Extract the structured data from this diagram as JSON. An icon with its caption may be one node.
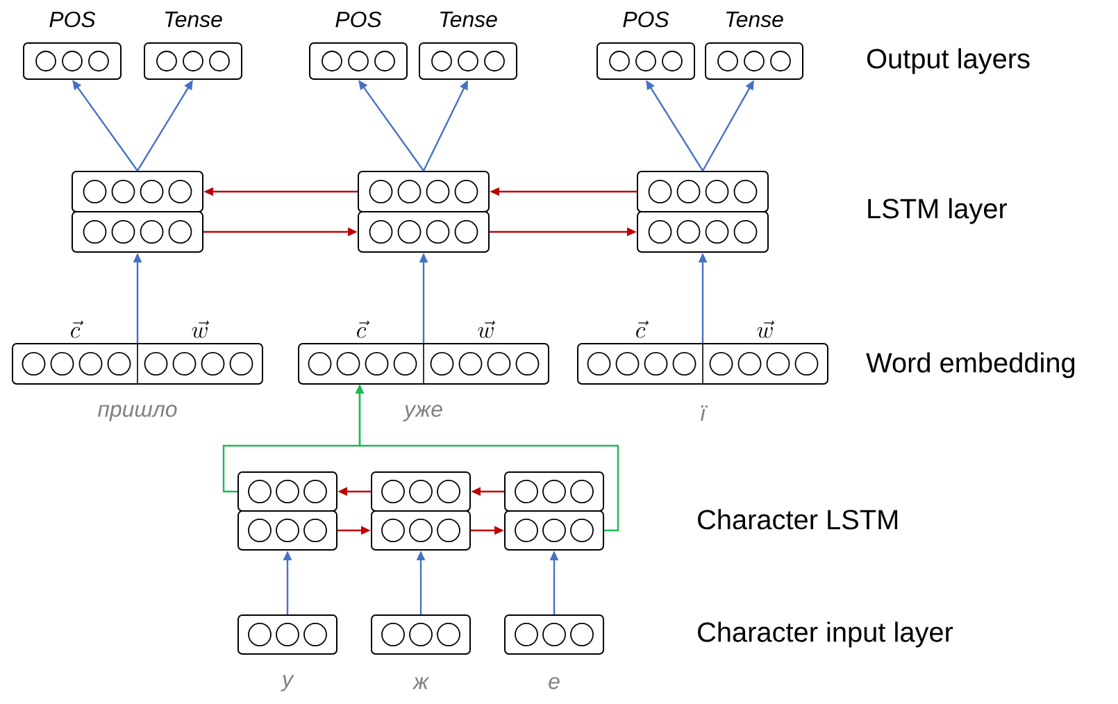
{
  "diagram": {
    "nodes": [
      {
        "text": [
          "POS"
        ]
      },
      {
        "text": [
          "Tense"
        ]
      },
      {
        "text": [
          "POS"
        ]
      },
      {
        "text": [
          "Tense"
        ]
      },
      {
        "text": [
          "POS"
        ]
      },
      {
        "text": [
          "Tense"
        ]
      },
      {
        "text": [],
        "shape": "box"
      },
      {
        "text": [],
        "shape": "box"
      },
      {
        "text": [],
        "shape": "box"
      },
      {
        "text": [],
        "shape": "box"
      },
      {
        "text": [],
        "shape": "box"
      },
      {
        "text": [],
        "shape": "box"
      },
      {
        "text": [
          "\\vec{c}",
          "\\vec{w}"
        ],
        "beside": [
          "пришло"
        ]
      },
      {
        "text": [
          "\\vec{c}",
          "\\vec{w}"
        ],
        "beside": [
          "уже"
        ]
      },
      {
        "text": [
          "\\vec{c}",
          "\\vec{w}"
        ],
        "beside": [
          "ї"
        ]
      },
      {
        "text": [],
        "shape": "box"
      },
      {
        "text": [],
        "shape": "box"
      },
      {
        "text": [],
        "shape": "box"
      },
      {
        "text": [],
        "shape": "box"
      },
      {
        "text": [],
        "shape": "box"
      },
      {
        "text": [],
        "shape": "box"
      },
      {
        "text": [],
        "shape": "box",
        "beside": [
          "у"
        ]
      },
      {
        "text": [],
        "shape": "box",
        "beside": [
          "ж"
        ]
      },
      {
        "text": [],
        "shape": "box",
        "beside": [
          "е"
        ]
      }
    ],
    "edges": [
      {
        "from": 6,
        "to": 0,
        "arrow": "to"
      },
      {
        "from": 6,
        "to": 1,
        "arrow": "to"
      },
      {
        "from": 7,
        "to": 2,
        "arrow": "to"
      },
      {
        "from": 7,
        "to": 3,
        "arrow": "to"
      },
      {
        "from": 8,
        "to": 4,
        "arrow": "to"
      },
      {
        "from": 8,
        "to": 5,
        "arrow": "to"
      },
      {
        "from": 7,
        "to": 6,
        "arrow": "to",
        "color": "#c00000"
      },
      {
        "from": 8,
        "to": 7,
        "arrow": "to",
        "color": "#c00000"
      },
      {
        "from": 9,
        "to": 10,
        "arrow": "to",
        "color": "#c00000"
      },
      {
        "from": 10,
        "to": 11,
        "arrow": "to",
        "color": "#c00000"
      },
      {
        "from": 12,
        "to": 9,
        "arrow": "to"
      },
      {
        "from": 13,
        "to": 10,
        "arrow": "to"
      },
      {
        "from": 14,
        "to": 11,
        "arrow": "to"
      },
      {
        "from": 15,
        "to": 13,
        "arrow": "to",
        "color": "#1db954"
      },
      {
        "from": 20,
        "to": 13,
        "arrow": "to",
        "color": "#1db954"
      },
      {
        "from": 16,
        "to": 15,
        "arrow": "to",
        "color": "#c00000"
      },
      {
        "from": 17,
        "to": 16,
        "arrow": "to",
        "color": "#c00000"
      },
      {
        "from": 18,
        "to": 19,
        "arrow": "to",
        "color": "#c00000"
      },
      {
        "from": 19,
        "to": 20,
        "arrow": "to",
        "color": "#c00000"
      },
      {
        "from": 21,
        "to": 18,
        "arrow": "to"
      },
      {
        "from": 22,
        "to": 19,
        "arrow": "to"
      },
      {
        "from": 23,
        "to": 20,
        "arrow": "to"
      }
    ],
    "labels": [
      "Output layers",
      "LSTM layer",
      "Word embedding",
      "Character LSTM",
      "Character input layer"
    ]
  }
}
